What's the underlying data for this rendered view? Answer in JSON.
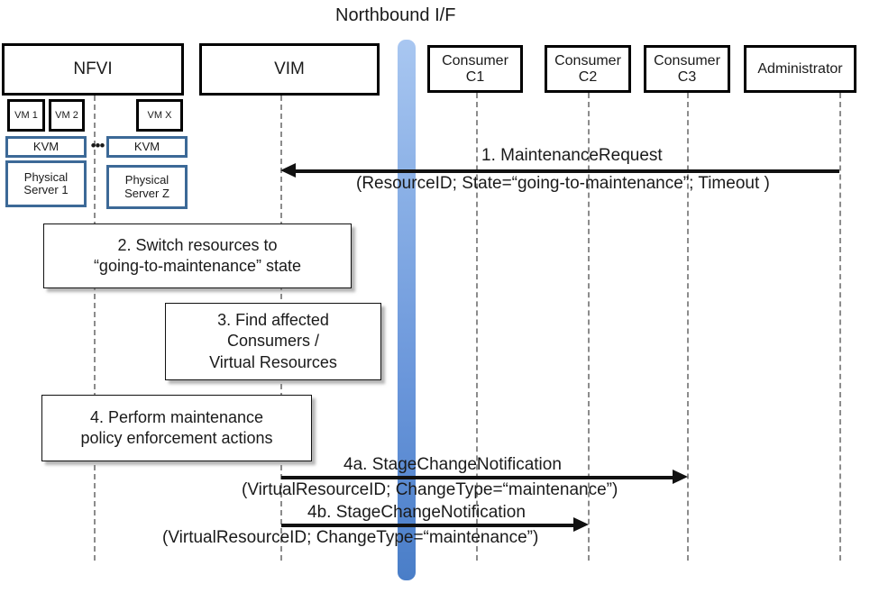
{
  "diagram": {
    "title": "Northbound I/F",
    "type": "sequence-diagram"
  },
  "actors": [
    {
      "id": "nfvi",
      "label": "NFVI",
      "sub": ""
    },
    {
      "id": "vim",
      "label": "VIM",
      "sub": ""
    },
    {
      "id": "c1",
      "label": "Consumer",
      "sub": "C1"
    },
    {
      "id": "c2",
      "label": "Consumer",
      "sub": "C2"
    },
    {
      "id": "c3",
      "label": "Consumer",
      "sub": "C3"
    },
    {
      "id": "admin",
      "label": "Administrator",
      "sub": ""
    }
  ],
  "infrastructure": {
    "vm1": "VM\n1",
    "vm1_line1": "VM",
    "vm1_line2": "1",
    "vm2_line1": "VM",
    "vm2_line2": "2",
    "vmx_line1": "VM",
    "vmx_line2": "X",
    "kvm1": "KVM",
    "kvm2": "KVM",
    "physical_server_1_line1": "Physical",
    "physical_server_1_line2": "Server 1",
    "physical_server_z_line1": "Physical",
    "physical_server_z_line2": "Server Z",
    "ellipsis": "•••"
  },
  "notes": [
    {
      "id": "note-2",
      "line1": "2. Switch resources to",
      "line2": "“going-to-maintenance” state"
    },
    {
      "id": "note-3",
      "line1": "3. Find affected",
      "line2": "Consumers /",
      "line3": "Virtual Resources"
    },
    {
      "id": "note-4",
      "line1": "4. Perform maintenance",
      "line2": "policy enforcement actions"
    }
  ],
  "messages": [
    {
      "id": "m1",
      "name": "1.   MaintenanceRequest",
      "params": "(ResourceID; State=“going-to-maintenance”; Timeout )",
      "from": "admin",
      "to": "vim",
      "direction": "left"
    },
    {
      "id": "m4a",
      "name": "4a. StageChangeNotification",
      "params": "(VirtualResourceID; ChangeType=“maintenance”)",
      "from": "vim",
      "to": "c3",
      "direction": "right"
    },
    {
      "id": "m4b",
      "name": "4b. StageChangeNotification",
      "params": "(VirtualResourceID; ChangeType=“maintenance”)",
      "from": "vim",
      "to": "c2",
      "direction": "right"
    }
  ],
  "colors": {
    "nbif_bar_top": "#a9c7f1",
    "nbif_bar_bottom": "#4a7ec8",
    "infra_blue_border": "#3c6997",
    "lifeline": "#8c8c8c",
    "arrow": "#111111"
  }
}
